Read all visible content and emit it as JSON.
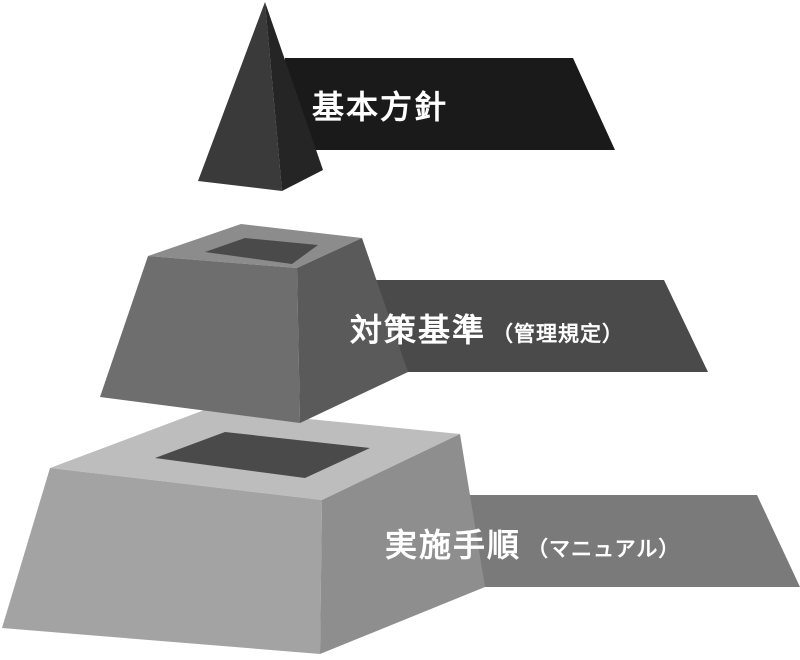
{
  "diagram": {
    "tiers": [
      {
        "id": "top",
        "label": "基本方針",
        "sublabel": "",
        "colors": {
          "banner": "#1a1a1a",
          "front": "#3a3a3a",
          "side": "#252525"
        }
      },
      {
        "id": "middle",
        "label": "対策基準",
        "sublabel": "（管理規定）",
        "colors": {
          "banner": "#4a4a4a",
          "top": "#8c8c8c",
          "front": "#6e6e6e",
          "side": "#5a5a5a",
          "hole": "#4a4a4a"
        }
      },
      {
        "id": "bottom",
        "label": "実施手順",
        "sublabel": "（マニュアル）",
        "colors": {
          "banner": "#7a7a7a",
          "top": "#bdbdbd",
          "front": "#a3a3a3",
          "side": "#8e8e8e",
          "hole": "#4a4a4a"
        }
      }
    ]
  }
}
